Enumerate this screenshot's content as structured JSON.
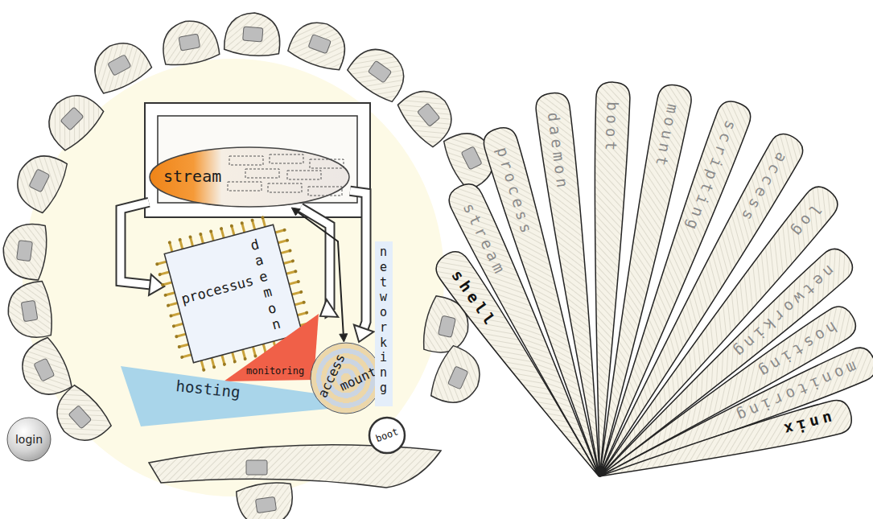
{
  "diagram": {
    "nodes": [
      {
        "text": [
          "stream"
        ]
      },
      {
        "text": [
          "daemon",
          "processus"
        ]
      },
      {
        "text": [
          "monitoring"
        ]
      },
      {
        "text": [
          "hosting"
        ]
      },
      {
        "text": [
          "access",
          "mount"
        ]
      },
      {
        "text": [
          "networking"
        ]
      },
      {
        "text": [
          "boot"
        ]
      },
      {
        "text": [
          "login"
        ]
      },
      {
        "text": [
          "shell"
        ]
      },
      {
        "text": [
          "stream"
        ]
      },
      {
        "text": [
          "process"
        ]
      },
      {
        "text": [
          "daemon"
        ]
      },
      {
        "text": [
          "boot"
        ]
      },
      {
        "text": [
          "mount"
        ]
      },
      {
        "text": [
          "scripting"
        ]
      },
      {
        "text": [
          "access"
        ]
      },
      {
        "text": [
          "log"
        ]
      },
      {
        "text": [
          "networking"
        ]
      },
      {
        "text": [
          "hosting"
        ]
      },
      {
        "text": [
          "monitoring"
        ]
      },
      {
        "text": [
          "unix"
        ]
      }
    ],
    "edges": [
      {
        "from": 0,
        "to": 1,
        "arrow": "to"
      },
      {
        "from": 0,
        "to": 2,
        "arrow": "to"
      },
      {
        "from": 0,
        "to": 4,
        "arrow": "to"
      },
      {
        "from": 4,
        "to": 0,
        "arrow": "both"
      }
    ]
  }
}
